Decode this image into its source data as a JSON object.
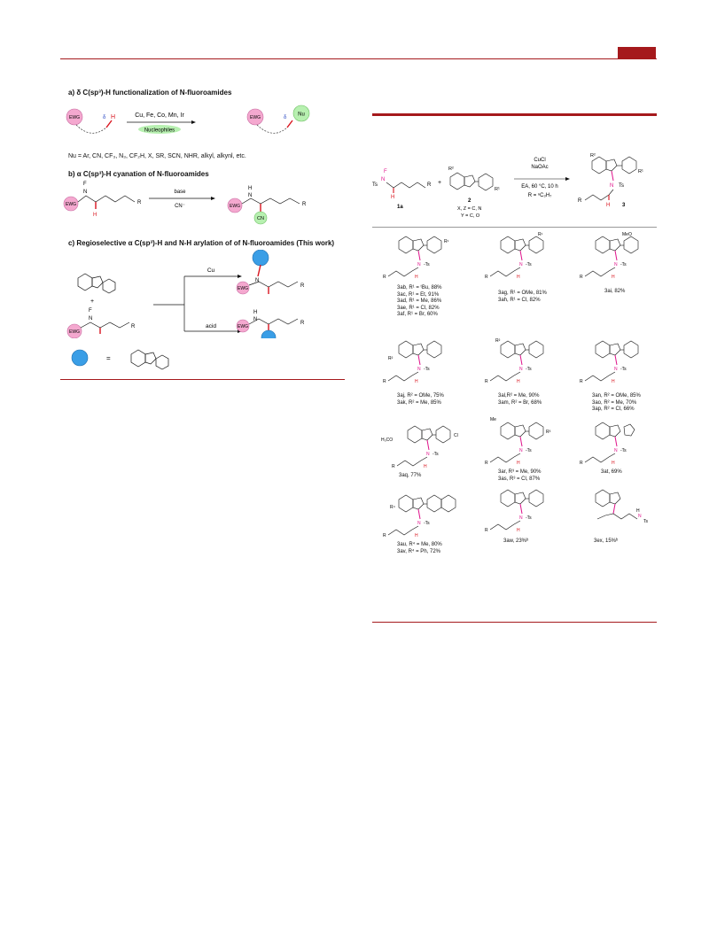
{
  "colors": {
    "accent": "#a5191c",
    "ewg_pink": "#f4a8cf",
    "nu_green": "#b7f0b0",
    "sphere_blue": "#3a9ee6",
    "magenta": "#e0148c",
    "red_bond": "#d9141e"
  },
  "left_panel": {
    "a": {
      "heading": "a) δ C(sp³)-H functionalization of N-fluoroamides",
      "ewg": "EWG",
      "delta": "δ",
      "h": "H",
      "nu": "Nu",
      "metals": "Cu, Fe, Co, Mn, Ir",
      "nucleophiles": "Nucleophiles",
      "nu_list": "Nu = Ar, CN, CF₃, N₃, CF₂H, X, SR, SCN, NHR, alkyl, alkynl, etc."
    },
    "b": {
      "heading": "b) α C(sp³)-H cyanation of N-fluoroamides",
      "base": "base",
      "cn_minus": "CN⁻",
      "cn": "CN",
      "f": "F",
      "n": "N",
      "h": "H",
      "r": "R"
    },
    "c": {
      "heading": "c) Regioselective α C(sp³)-H and N-H arylation of of N-fluoroamides (This work)",
      "plus": "+",
      "cu": "Cu",
      "acid": "acid",
      "equals": "="
    }
  },
  "right_panel": {
    "scheme": {
      "ts": "Ts",
      "f": "F",
      "n": "N",
      "h": "H",
      "r": "R",
      "plus": "+",
      "sub1": "1a",
      "sub2": "2",
      "sub2_note1": "X, Z = C, N",
      "sub2_note2": "Y = C, O",
      "cucl": "CuCl",
      "naoac": "NaOAc",
      "cond": "EA, 60 °C, 10 h",
      "r_def": "R = ⁿC₃H₇",
      "product": "3",
      "r1": "R¹",
      "r2": "R²"
    },
    "products": [
      {
        "lines": [
          "3ab, R¹ = ᵗBu, 88%",
          "3ac, R¹ = Et, 91%",
          "3ad, R¹ = Me, 86%",
          "3ae, R¹ = Cl, 82%",
          "3af, R¹ = Br, 60%"
        ]
      },
      {
        "lines": [
          "3ag, R¹ = OMe, 81%",
          "3ah, R¹ = Cl, 82%"
        ]
      },
      {
        "lines": [
          "3ai, 82%"
        ],
        "sub": "MeO"
      },
      {
        "lines": [
          "3aj, R² = OMe, 75%",
          "3ak, R² = Me, 85%"
        ]
      },
      {
        "lines": [
          "3al,R² = Me, 90%",
          "3am, R² = Br, 68%"
        ]
      },
      {
        "lines": [
          "3an, R² = OMe, 85%",
          "3ao, R² = Me, 70%",
          "3ap, R² = Cl, 66%"
        ]
      },
      {
        "lines": [
          "3aq,  77%"
        ],
        "sub": "H₃CO",
        "sub2": "Cl"
      },
      {
        "lines": [
          "3ar, R³ = Me, 90%",
          "3as, R³ = Cl, 87%"
        ],
        "sub": "Me"
      },
      {
        "lines": [
          "3at, 69%"
        ]
      },
      {
        "lines": [
          "3au, R⁴ = Me, 80%",
          "3av, R⁴ = Ph, 72%"
        ]
      },
      {
        "lines": [
          "3aw, 23%ᵇ"
        ]
      },
      {
        "lines": [
          "3ex, 15%ᵇ"
        ]
      }
    ]
  }
}
